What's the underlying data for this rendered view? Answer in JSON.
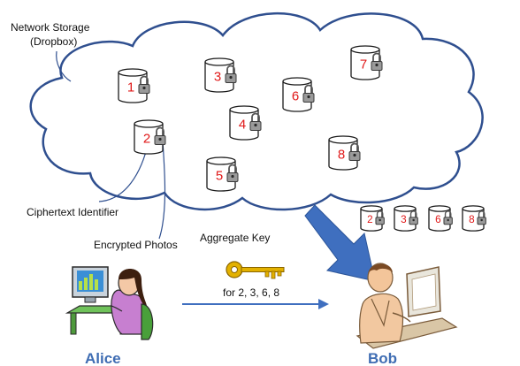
{
  "cloud_label_line1": "Network Storage",
  "cloud_label_line2": "(Dropbox)",
  "ciphertext_identifier_label": "Ciphertext Identifier",
  "encrypted_photos_label": "Encrypted Photos",
  "aggregate_key_label": "Aggregate Key",
  "aggregate_key_scope": "for  2, 3, 6, 8",
  "sender_name": "Alice",
  "receiver_name": "Bob",
  "stored_ciphertexts": [
    "1",
    "3",
    "7",
    "6",
    "4",
    "2",
    "8",
    "5"
  ],
  "delegated_ciphertexts": [
    "2",
    "3",
    "6",
    "8"
  ],
  "colors": {
    "cloud_outline": "#2f4f8f",
    "transfer_arrow": "#3f6fbf",
    "key_gold": "#d9a400",
    "identifier_red": "#e01818",
    "name_blue": "#3f6db3"
  },
  "icons": {
    "cylinder": "database-cylinder-icon",
    "lock": "padlock-icon",
    "key": "gold-key-icon",
    "alice": "woman-at-computer-icon",
    "bob": "man-at-computer-icon"
  }
}
